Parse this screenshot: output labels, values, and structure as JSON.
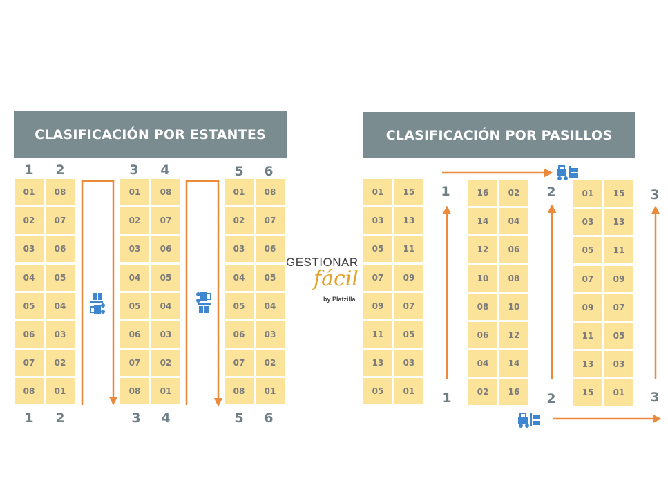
{
  "left_section": {
    "title": "CLASIFICACIÓN POR ESTANTES",
    "rack_numbers_top": [
      "1",
      "2",
      "3",
      "4",
      "5",
      "6"
    ],
    "rack_numbers_bottom": [
      "1",
      "2",
      "3",
      "4",
      "5",
      "6"
    ],
    "column_a": [
      "01",
      "02",
      "03",
      "04",
      "05",
      "06",
      "07",
      "08"
    ],
    "column_b": [
      "08",
      "07",
      "06",
      "05",
      "04",
      "03",
      "02",
      "01"
    ]
  },
  "right_section": {
    "title": "CLASIFICACIÓN POR PASILLOS",
    "aisle_labels_top": [
      "1",
      "2",
      "3"
    ],
    "aisle_labels_bottom": [
      "1",
      "2",
      "3"
    ],
    "rack1": {
      "col_a": [
        "01",
        "03",
        "05",
        "07",
        "09",
        "11",
        "13",
        "05"
      ],
      "col_b": [
        "15",
        "13",
        "11",
        "09",
        "07",
        "05",
        "03",
        "01"
      ]
    },
    "rack2": {
      "col_a": [
        "16",
        "14",
        "12",
        "10",
        "08",
        "06",
        "04",
        "02"
      ],
      "col_b": [
        "02",
        "04",
        "06",
        "08",
        "10",
        "12",
        "14",
        "16"
      ]
    },
    "rack3": {
      "col_a": [
        "01",
        "03",
        "05",
        "07",
        "09",
        "11",
        "13",
        "15"
      ],
      "col_b": [
        "15",
        "13",
        "11",
        "09",
        "07",
        "05",
        "03",
        "01"
      ]
    }
  },
  "logo": {
    "line1": "GESTIONAR",
    "line2": "fácil",
    "line3": "by Platzilla"
  },
  "colors": {
    "banner": "#7a8c90",
    "cell": "#fce39a",
    "arrow": "#ec8a3c",
    "forklift": "#3f86d0",
    "number": "#6f7f86"
  },
  "icons": [
    "forklift-icon"
  ]
}
